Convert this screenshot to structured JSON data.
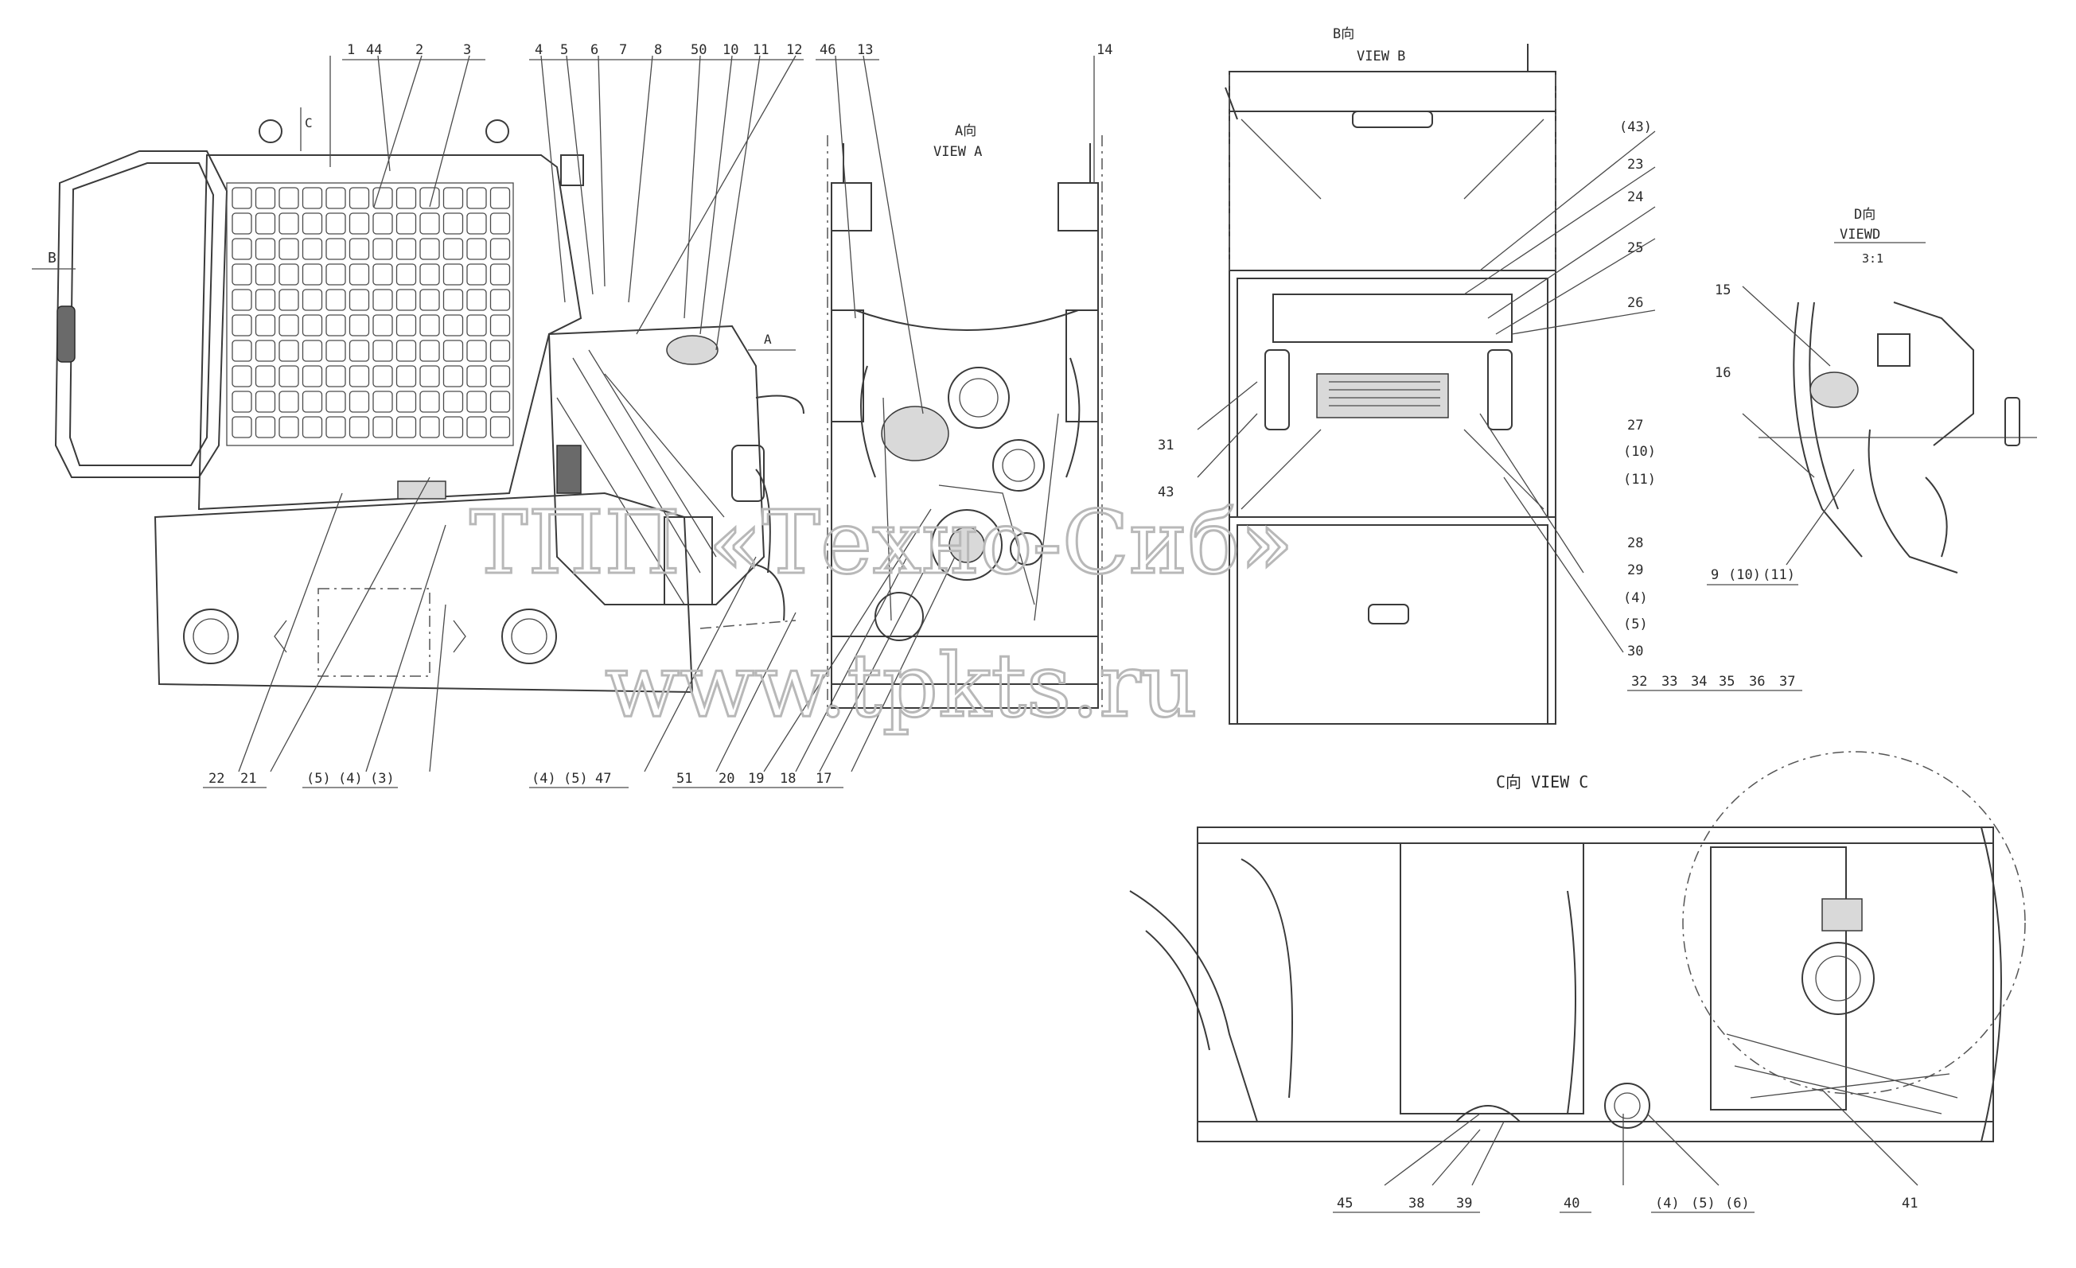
{
  "views": {
    "a_title_cn": "A向",
    "a_title_en": "VIEW A",
    "b_title_cn": "B向",
    "b_title_en": "VIEW B",
    "c_title": "C向 VIEW C",
    "d_title_cn": "D向",
    "d_title_en": "VIEWD",
    "d_scale": "3:1"
  },
  "view_markers": {
    "b": "B",
    "c": "C",
    "a": "A"
  },
  "callouts": {
    "c1": "1",
    "c44": "44",
    "c2": "2",
    "c3": "3",
    "c4": "4",
    "c5": "5",
    "c6": "6",
    "c7": "7",
    "c8": "8",
    "c50": "50",
    "c10": "10",
    "c11": "11",
    "c12": "12",
    "c46": "46",
    "c13": "13",
    "c14": "14",
    "c43a": "(43)",
    "c23": "23",
    "c24": "24",
    "c25": "25",
    "c26": "26",
    "c27": "27",
    "c10a": "(10)",
    "c11a": "(11)",
    "c31": "31",
    "c43": "43",
    "c28": "28",
    "c29": "29",
    "c4b": "(4)",
    "c5b": "(5)",
    "c30": "30",
    "c32": "32",
    "c33": "33",
    "c34": "34",
    "c35": "35",
    "c36": "36",
    "c37": "37",
    "c15": "15",
    "c16": "16",
    "c9": "9",
    "c10d": "(10)",
    "c11d": "(11)",
    "c22": "22",
    "c21": "21",
    "c5c": "(5)",
    "c4c": "(4)",
    "c3c": "(3)",
    "c4d": "(4)",
    "c5d": "(5)",
    "c47": "47",
    "c51": "51",
    "c20": "20",
    "c19": "19",
    "c18": "18",
    "c17": "17",
    "c45": "45",
    "c38": "38",
    "c39": "39",
    "c40": "40",
    "c4e": "(4)",
    "c5e": "(5)",
    "c6e": "(6)",
    "c41": "41"
  },
  "watermark": {
    "line1": "ТПП «Техно-Сиб»",
    "line2": "www.tpkts.ru"
  }
}
